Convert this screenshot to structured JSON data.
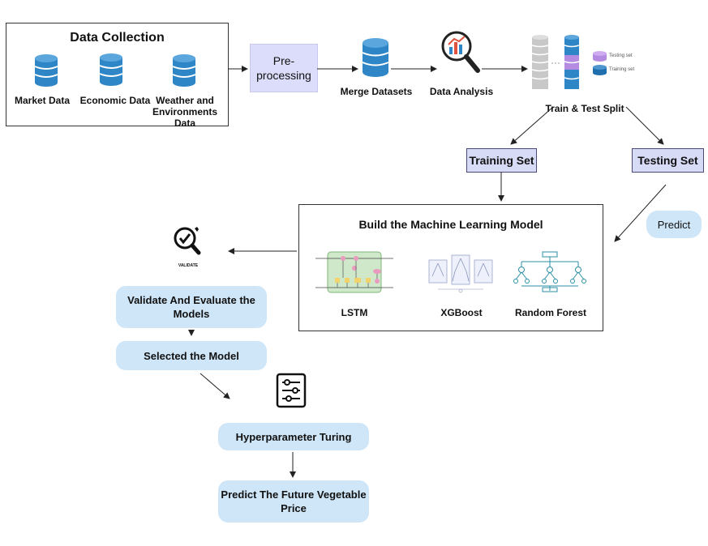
{
  "data_collection": {
    "title": "Data Collection",
    "items": [
      {
        "label": "Market Data",
        "icon": "database-icon"
      },
      {
        "label": "Economic Data",
        "icon": "database-icon"
      },
      {
        "label": "Weather and\nEnvironments Data",
        "icon": "database-icon"
      }
    ]
  },
  "preprocessing": {
    "label": "Pre-\nprocessing"
  },
  "merge": {
    "label": "Merge Datasets",
    "icon": "database-icon"
  },
  "analysis": {
    "label": "Data Analysis",
    "icon": "analysis-magnifier-icon"
  },
  "split": {
    "label": "Train & Test Split",
    "legend": [
      {
        "label": "Testing set",
        "color": "#b48be0"
      },
      {
        "label": "Training set",
        "color": "#1f6fae"
      }
    ]
  },
  "training_set": {
    "label": "Training Set"
  },
  "testing_set": {
    "label": "Testing Set"
  },
  "predict": {
    "label": "Predict"
  },
  "build_model": {
    "title": "Build the Machine Learning Model",
    "models": [
      {
        "label": "LSTM"
      },
      {
        "label": "XGBoost"
      },
      {
        "label": "Random Forest"
      }
    ]
  },
  "validate_icon": {
    "caption": "VALIDATE"
  },
  "validate": {
    "label": "Validate And Evaluate the\nModels"
  },
  "selected": {
    "label": "Selected the Model"
  },
  "hyperparameter": {
    "label": "Hyperparameter Turing"
  },
  "predict_future": {
    "label": "Predict The Future Vegetable\nPrice"
  },
  "colors": {
    "db_blue": "#2f86c6",
    "lilac": "#dcdcfb",
    "pill_blue": "#cfe6f8",
    "set_box": "#d7dbf6"
  }
}
